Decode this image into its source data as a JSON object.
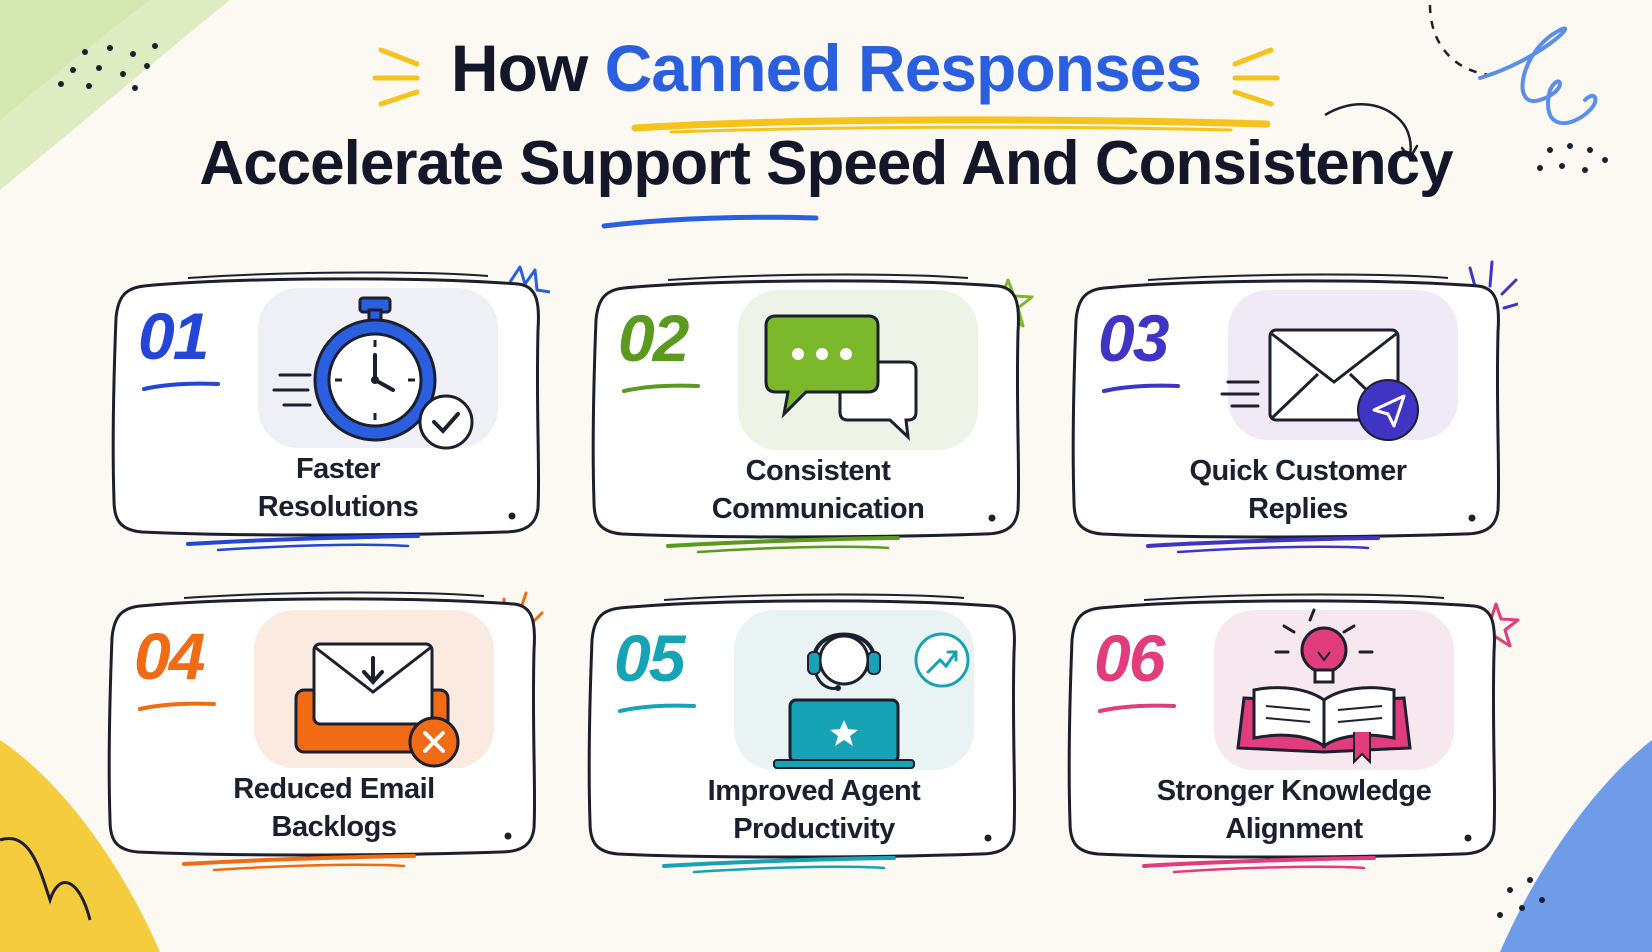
{
  "title": {
    "prefix": "How",
    "highlight": "Canned Responses",
    "line2": "Accelerate Support Speed And Consistency"
  },
  "colors": {
    "title_accent": "#2a5fe0",
    "text": "#14172a",
    "background": "#fbf9f2"
  },
  "cards": [
    {
      "number": "01",
      "label": "Faster Resolutions",
      "color": "#2446d8",
      "icon": "stopwatch-check-icon"
    },
    {
      "number": "02",
      "label": "Consistent Communication",
      "color": "#5a9a1e",
      "icon": "chat-bubbles-icon"
    },
    {
      "number": "03",
      "label": "Quick Customer Replies",
      "color": "#3f34c4",
      "icon": "envelope-send-icon"
    },
    {
      "number": "04",
      "label": "Reduced Email Backlogs",
      "color": "#f06b14",
      "icon": "inbox-download-icon"
    },
    {
      "number": "05",
      "label": "Improved Agent Productivity",
      "color": "#16a3b5",
      "icon": "agent-headset-icon"
    },
    {
      "number": "06",
      "label": "Stronger Knowledge Alignment",
      "color": "#e13c7c",
      "icon": "book-lightbulb-icon"
    }
  ]
}
